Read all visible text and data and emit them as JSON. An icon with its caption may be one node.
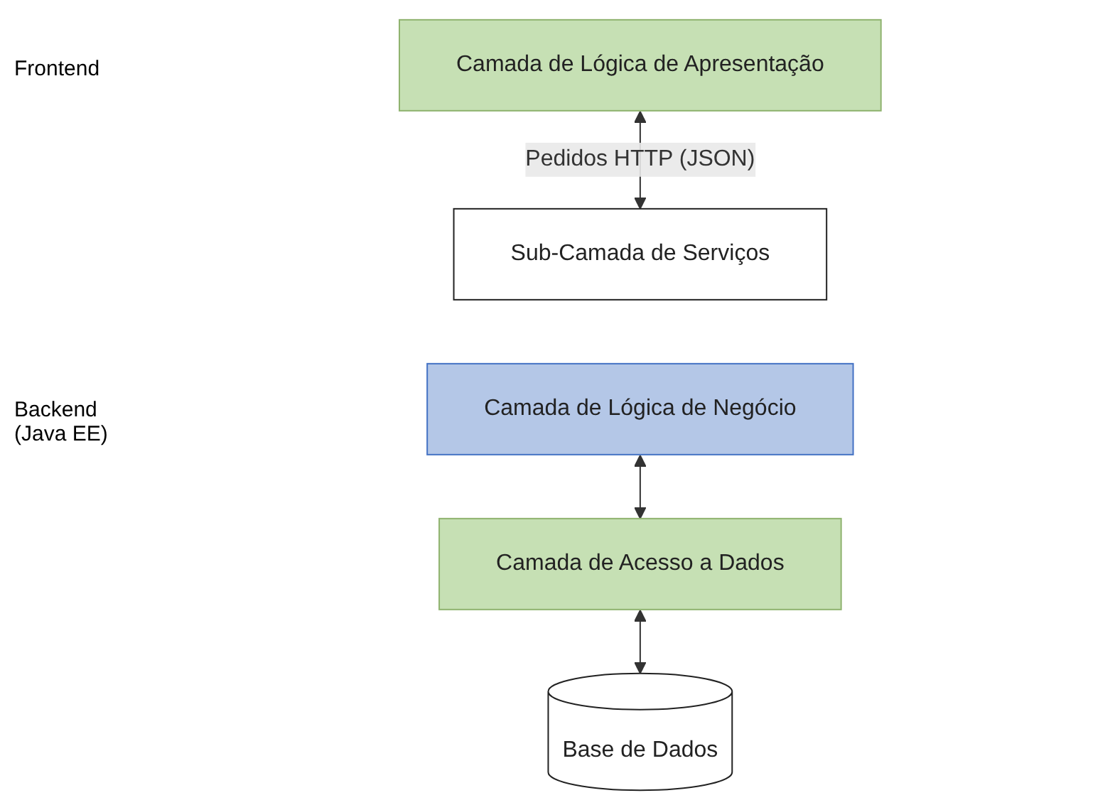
{
  "diagram": {
    "nodes": [
      {
        "text": [
          "Camada de Lógica de Apresentação"
        ]
      },
      {
        "text": [
          "Sub-Camada de Serviços"
        ]
      },
      {
        "text": [
          "Camada de Lógica de Negócio"
        ]
      },
      {
        "text": [
          "Camada de Acesso a Dados"
        ]
      },
      {
        "text": [
          "Base de Dados"
        ]
      }
    ],
    "edges": [
      {
        "from": 0,
        "to": 1,
        "arrow": "both",
        "label": "Pedidos HTTP (JSON)"
      },
      {
        "from": 2,
        "to": 3,
        "arrow": "both"
      },
      {
        "from": 3,
        "to": 4,
        "arrow": "both"
      }
    ],
    "labels": [
      "Frontend",
      "Backend (Java EE)"
    ]
  }
}
